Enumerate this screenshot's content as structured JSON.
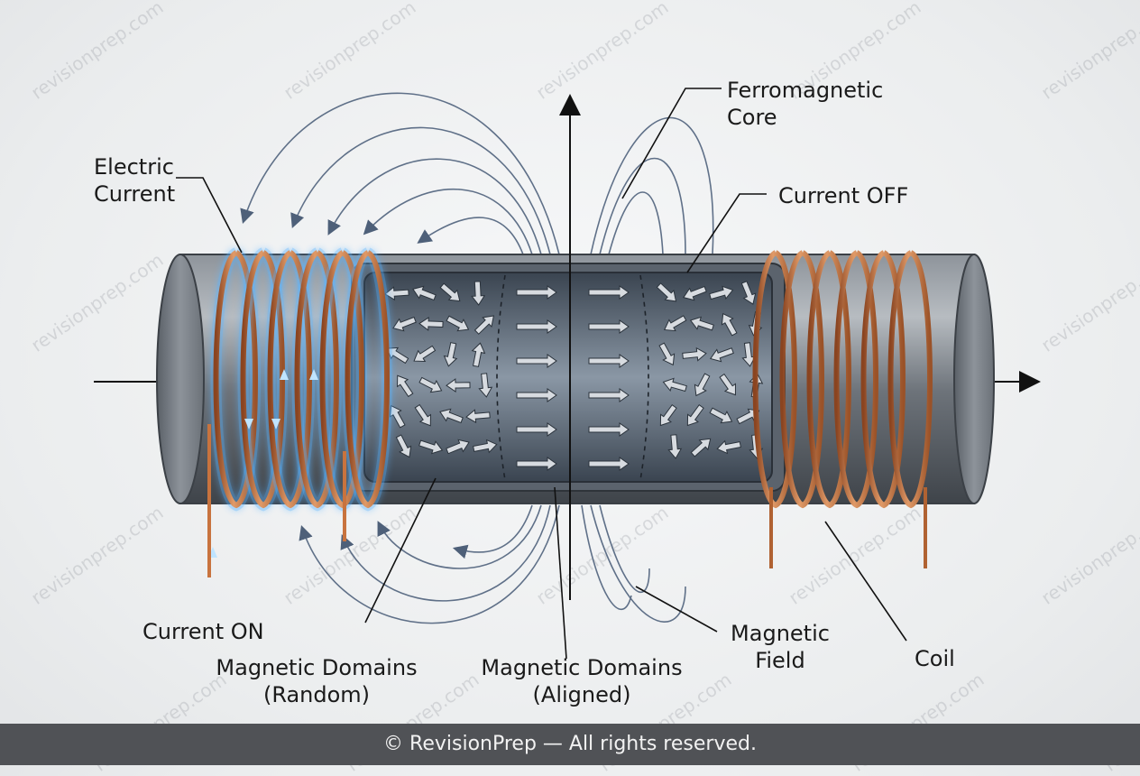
{
  "labels": {
    "electric_current": [
      "Electric",
      "Current"
    ],
    "ferromagnetic_core": [
      "Ferromagnetic",
      "Core"
    ],
    "current_off": "Current OFF",
    "current_on": "Current ON",
    "domains_random": [
      "Magnetic Domains",
      "(Random)"
    ],
    "domains_aligned": [
      "Magnetic Domains",
      "(Aligned)"
    ],
    "magnetic_field": [
      "Magnetic",
      "Field"
    ],
    "coil": "Coil"
  },
  "watermark": "revisionprep.com",
  "footer": "© RevisionPrep — All rights reserved.",
  "colors": {
    "copper": "#c8733e",
    "glow": "#5ab4ff",
    "field_line": "#5f7088",
    "core": "#4d5661",
    "cylinder": "#6d737a",
    "footer_bg": "#505256"
  }
}
